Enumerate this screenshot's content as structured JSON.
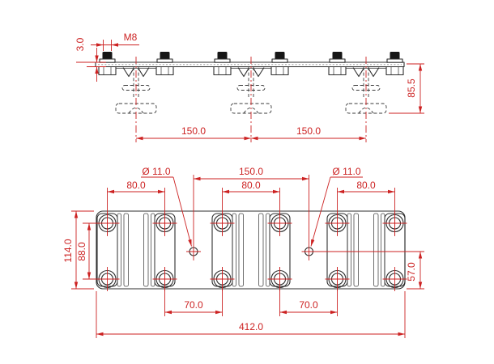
{
  "drawing": {
    "background": "#ffffff",
    "outline_color": "#2e2e2e",
    "dimension_color": "#cc2222"
  },
  "side_view": {
    "bolt_count": 6,
    "rail_count": 3,
    "dims": {
      "m8": "M8",
      "thickness": "3.0",
      "height": "85.5",
      "span_left": "150.0",
      "span_right": "150.0"
    }
  },
  "plan_view": {
    "hole_columns": 6,
    "hole_rows": 2,
    "small_holes": 2,
    "dims": {
      "dia_left": "Ø 11.0",
      "dia_right": "Ø 11.0",
      "span_center": "150.0",
      "pair_left": "80.0",
      "pair_mid": "80.0",
      "pair_right": "80.0",
      "inner_left": "70.0",
      "inner_right": "70.0",
      "height": "114.0",
      "rows": "88.0",
      "half_height": "57.0",
      "width": "412.0"
    }
  }
}
